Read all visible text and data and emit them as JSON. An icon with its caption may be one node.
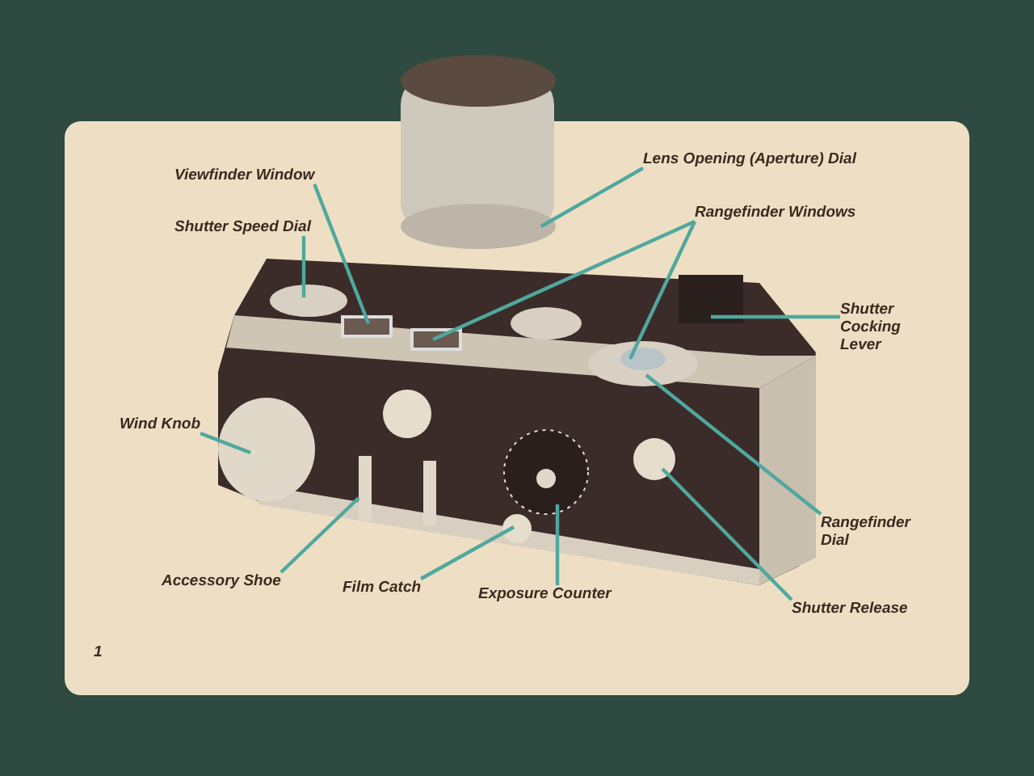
{
  "diagram": {
    "nodes": [
      {
        "text": [
          "Viewfinder Window"
        ]
      },
      {
        "text": [
          "Shutter Speed Dial"
        ]
      },
      {
        "text": [
          "Lens Opening (Aperture) Dial"
        ]
      },
      {
        "text": [
          "Rangefinder Windows"
        ]
      },
      {
        "text": [
          "Shutter Cocking Lever"
        ]
      },
      {
        "text": [
          "Wind Knob"
        ]
      },
      {
        "text": [
          "Rangefinder Dial"
        ]
      },
      {
        "text": [
          "Accessory Shoe"
        ]
      },
      {
        "text": [
          "Film Catch"
        ]
      },
      {
        "text": [
          "Exposure Counter"
        ]
      },
      {
        "text": [
          "Shutter Release"
        ]
      }
    ],
    "edges": [
      {
        "from": 0,
        "to": null,
        "arrow": "none"
      },
      {
        "from": 1,
        "to": null,
        "arrow": "none"
      },
      {
        "from": 2,
        "to": null,
        "arrow": "none"
      },
      {
        "from": 3,
        "to": null,
        "arrow": "none"
      },
      {
        "from": 3,
        "to": null,
        "arrow": "none"
      },
      {
        "from": 4,
        "to": null,
        "arrow": "none"
      },
      {
        "from": 5,
        "to": null,
        "arrow": "none"
      },
      {
        "from": 6,
        "to": null,
        "arrow": "none"
      },
      {
        "from": 7,
        "to": null,
        "arrow": "none"
      },
      {
        "from": 8,
        "to": null,
        "arrow": "none"
      },
      {
        "from": 9,
        "to": null,
        "arrow": "none"
      },
      {
        "from": 10,
        "to": null,
        "arrow": "none"
      }
    ],
    "labels": [
      "1"
    ]
  }
}
